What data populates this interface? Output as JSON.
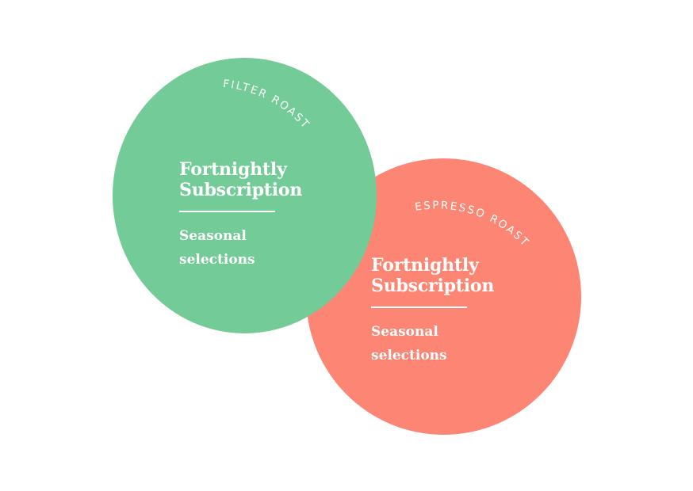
{
  "circles": [
    {
      "roast_label": "FILTER ROAST",
      "title_line1": "Fortnightly",
      "title_line2": "Subscription",
      "subtitle": "Seasonal selections",
      "color": "#73cb97"
    },
    {
      "roast_label": "ESPRESSO ROAST",
      "title_line1": "Fortnightly",
      "title_line2": "Subscription",
      "subtitle": "Seasonal selections",
      "color": "#fd8573"
    }
  ]
}
